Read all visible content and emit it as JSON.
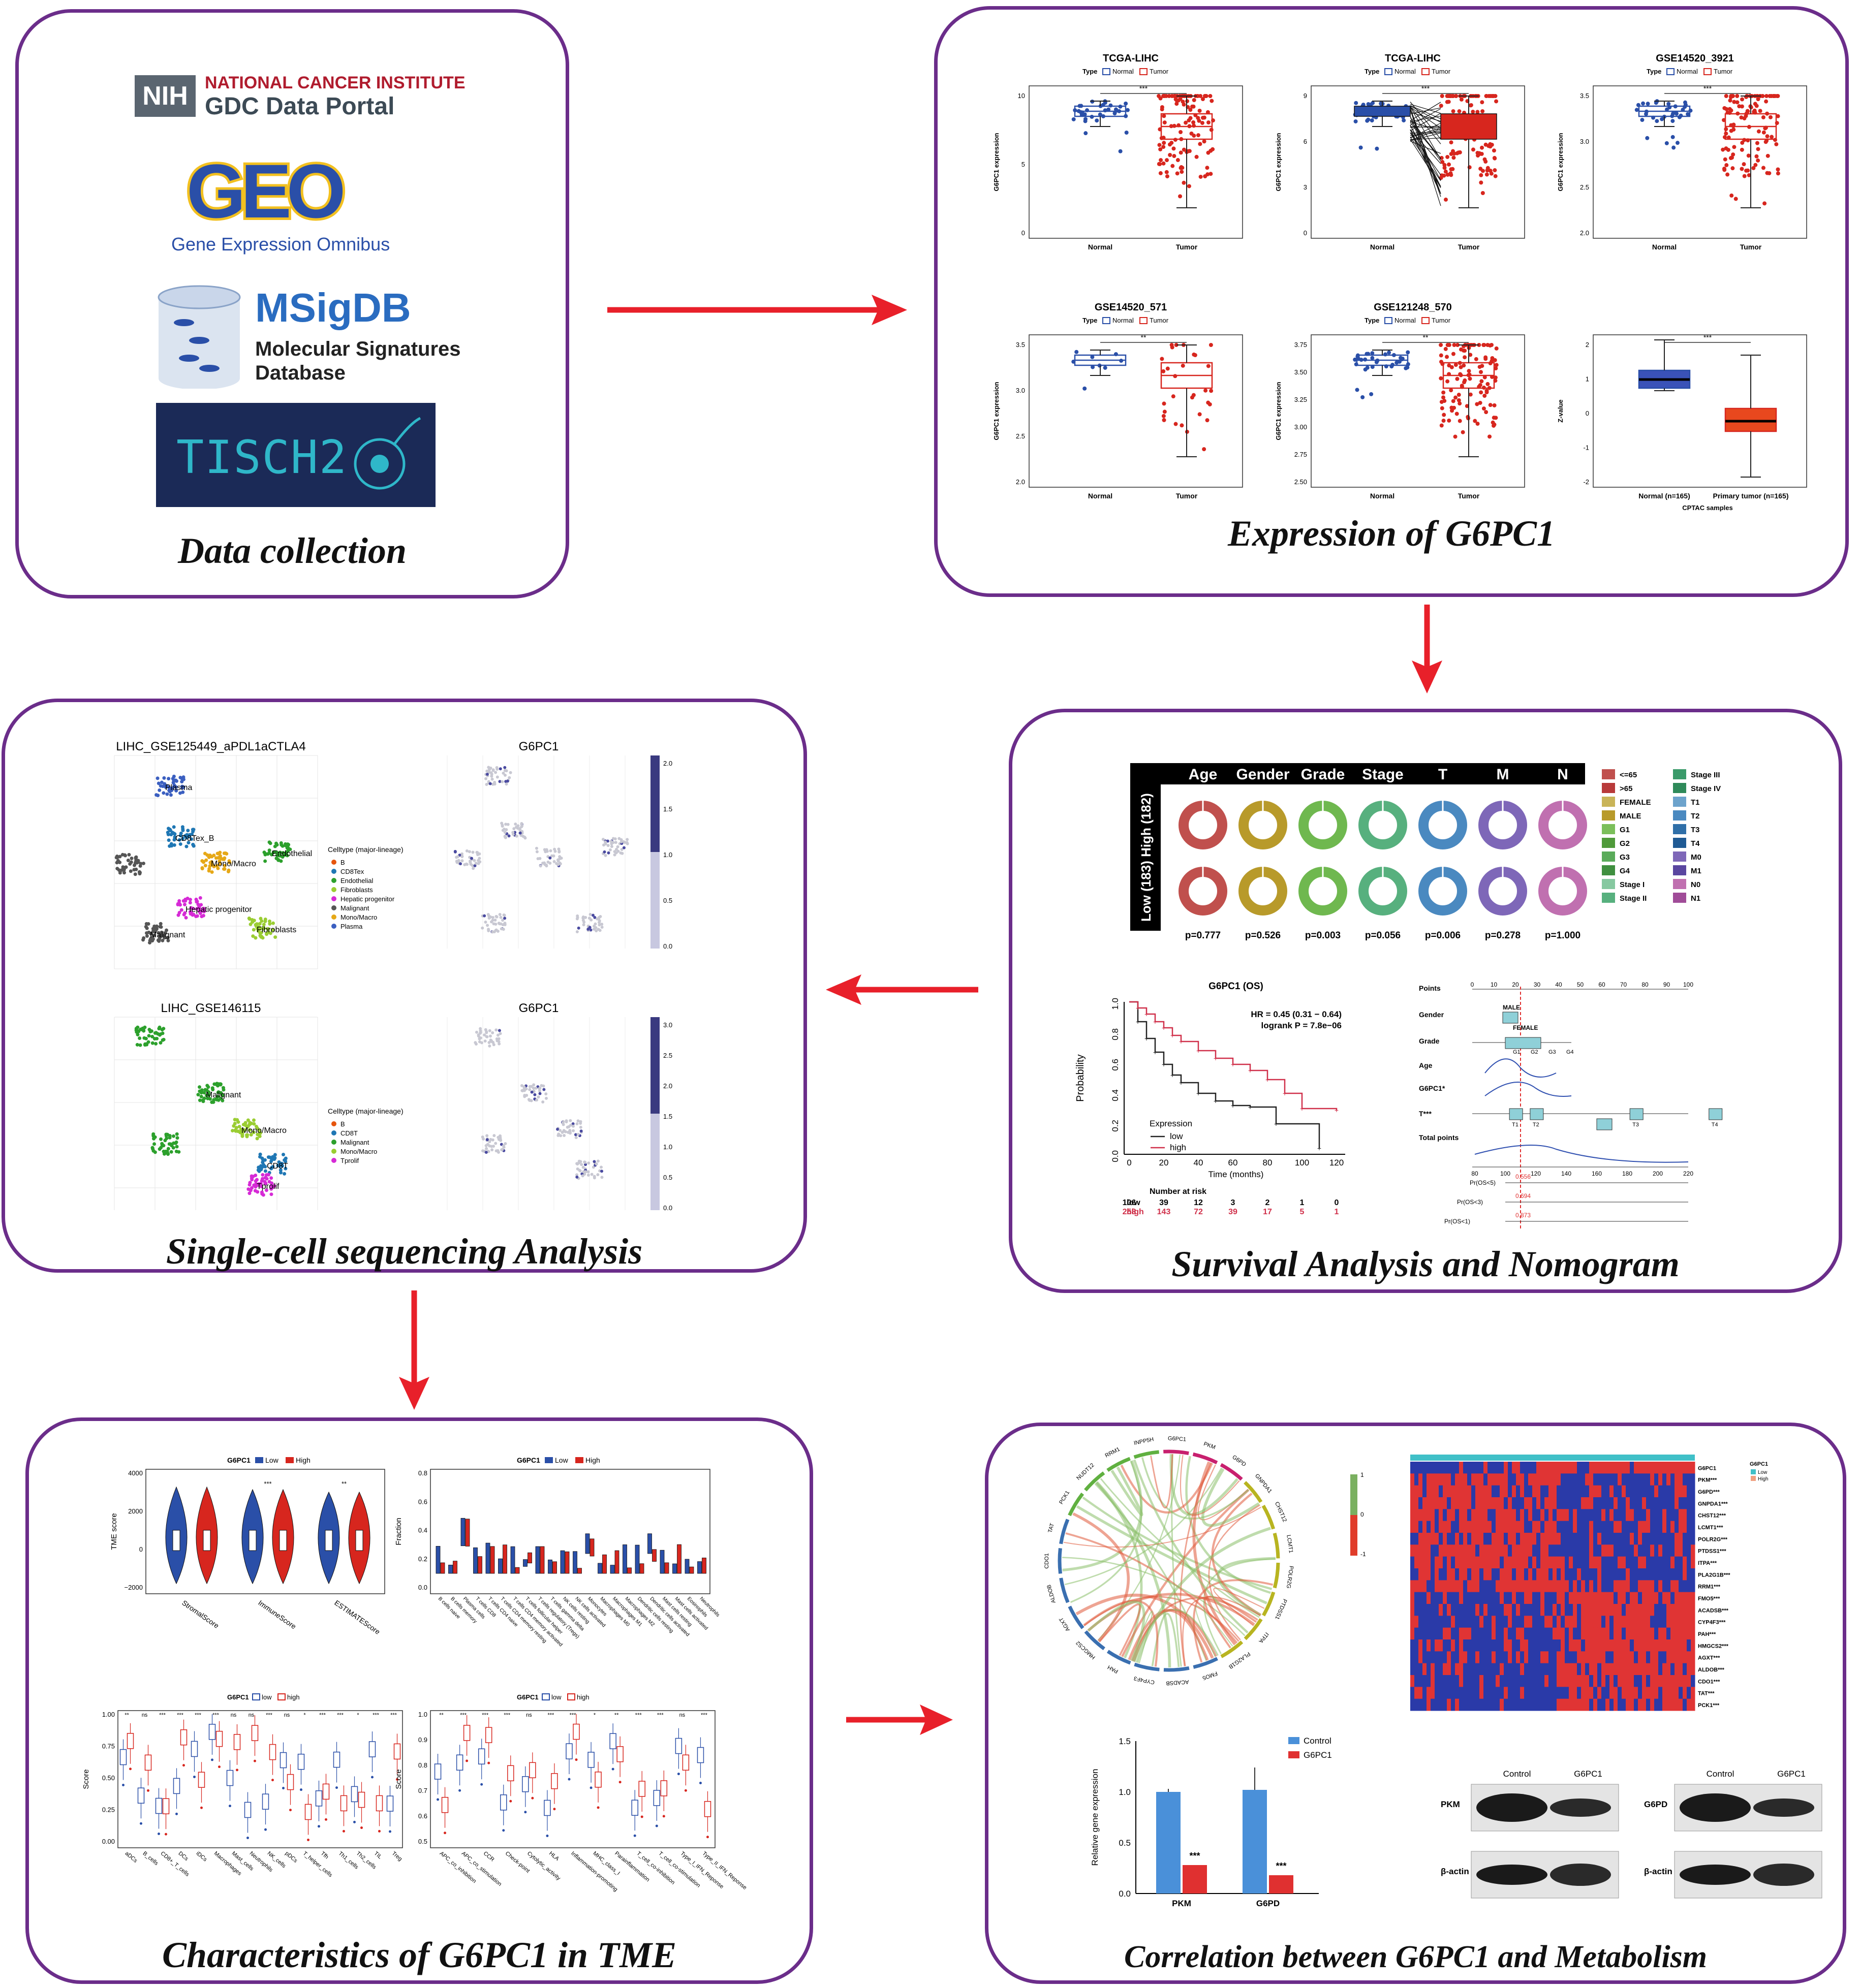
{
  "colors": {
    "border": "#6b2d8a",
    "arrow": "#e8202a",
    "blue": "#2a4fa8",
    "red": "#d7261e"
  },
  "panels": {
    "data_collection": {
      "caption": "Data collection",
      "logos": {
        "nih_badge": "NIH",
        "nci_line1": "NATIONAL CANCER INSTITUTE",
        "nci_line2": "GDC Data Portal",
        "geo_word": "GEO",
        "geo_sub": "Gene Expression Omnibus",
        "msigdb_title": "MSigDB",
        "msigdb_sub1": "Molecular Signatures",
        "msigdb_sub2": "Database",
        "tisch_word": "TISCH2"
      }
    },
    "expression": {
      "caption": "Expression of G6PC1",
      "plots": [
        {
          "title": "TCGA-LIHC",
          "sig": "***",
          "ylabel": "G6PC1 expression",
          "x1": "Normal",
          "x2": "Tumor",
          "legend": "Type",
          "l1": "Normal",
          "l2": "Tumor",
          "yticks": [
            "10",
            "5",
            "0"
          ]
        },
        {
          "title": "TCGA-LIHC",
          "sig": "***",
          "ylabel": "G6PC1 expression",
          "x1": "Normal",
          "x2": "Tumor",
          "legend": "Type",
          "l1": "Normal",
          "l2": "Tumor",
          "yticks": [
            "9",
            "6",
            "3",
            "0"
          ]
        },
        {
          "title": "GSE14520_3921",
          "sig": "***",
          "ylabel": "G6PC1 expression",
          "x1": "Normal",
          "x2": "Tumor",
          "legend": "Type",
          "l1": "Normal",
          "l2": "Tumor",
          "yticks": [
            "3.5",
            "3.0",
            "2.5",
            "2.0"
          ]
        },
        {
          "title": "GSE14520_571",
          "sig": "**",
          "ylabel": "G6PC1 expression",
          "x1": "Normal",
          "x2": "Tumor",
          "legend": "Type",
          "l1": "Normal",
          "l2": "Tumor",
          "yticks": [
            "3.5",
            "3.0",
            "2.5",
            "2.0"
          ]
        },
        {
          "title": "GSE121248_570",
          "sig": "**",
          "ylabel": "G6PC1 expression",
          "x1": "Normal",
          "x2": "Tumor",
          "legend": "Type",
          "l1": "Normal",
          "l2": "Tumor",
          "yticks": [
            "3.75",
            "3.50",
            "3.25",
            "3.00",
            "2.75",
            "2.50"
          ]
        },
        {
          "title": "",
          "sig": "***",
          "ylabel": "Z-value",
          "x1": "Normal (n=165)",
          "x2": "Primary tumor (n=165)",
          "legend": "",
          "l1": "",
          "l2": "",
          "xlabel": "CPTAC samples",
          "yticks": [
            "2",
            "1",
            "0",
            "-1",
            "-2"
          ]
        }
      ]
    },
    "survival": {
      "caption": "Survival Analysis and Nomogram",
      "donut_headers": [
        "Age",
        "Gender",
        "Grade",
        "Stage",
        "T",
        "M",
        "N"
      ],
      "row_labels": [
        "High (182)",
        "Low (183)"
      ],
      "pvalues": [
        "p=0.777",
        "p=0.526",
        "p=0.003",
        "p=0.056",
        "p=0.006",
        "p=0.278",
        "p=1.000"
      ],
      "legend_col1": [
        "<=65",
        ">65",
        "FEMALE",
        "MALE",
        "G1",
        "G2",
        "G3",
        "G4",
        "Stage I",
        "Stage II"
      ],
      "legend_col2": [
        "Stage III",
        "Stage IV",
        "T1",
        "T2",
        "T3",
        "T4",
        "M0",
        "M1",
        "N0",
        "N1"
      ],
      "legend_colors1": [
        "#c0504d",
        "#b83a3a",
        "#c9b458",
        "#b89a2a",
        "#7bbf5a",
        "#4f9a3a",
        "#5aab5a",
        "#3f8f3f",
        "#86c8a0",
        "#57b07e"
      ],
      "legend_colors2": [
        "#3a9a6a",
        "#2f8a5a",
        "#6da3cc",
        "#4a89c0",
        "#2f6fa8",
        "#1f5a94",
        "#7e67b8",
        "#5a46a0",
        "#c070b0",
        "#a04c98"
      ],
      "donut_colors": [
        "#c0504d",
        "#b89a2a",
        "#6fb84f",
        "#57b07e",
        "#4a89c0",
        "#7e67b8",
        "#c070b0"
      ],
      "km": {
        "title": "G6PC1 (OS)",
        "hr": "HR = 0.45 (0.31 − 0.64)",
        "logrank": "logrank P = 7.8e−06",
        "ylabel": "Probability",
        "xlabel": "Time (months)",
        "yticks": [
          "1.0",
          "0.8",
          "0.6",
          "0.4",
          "0.2",
          "0.0"
        ],
        "xticks": [
          "0",
          "20",
          "40",
          "60",
          "80",
          "100",
          "120"
        ],
        "legend_title": "Expression",
        "legend_low": "low",
        "legend_high": "high",
        "risk_title": "Number at risk",
        "risk_low_label": "low",
        "risk_high_label": "high",
        "risk_low": [
          "106",
          "39",
          "12",
          "3",
          "2",
          "1",
          "0"
        ],
        "risk_high": [
          "258",
          "143",
          "72",
          "39",
          "17",
          "5",
          "1"
        ]
      },
      "nomogram": {
        "rows": [
          "Points",
          "Gender",
          "Grade",
          "Age",
          "G6PC1*",
          "T***",
          "Total points"
        ],
        "points_ticks": [
          "0",
          "10",
          "20",
          "30",
          "40",
          "50",
          "60",
          "70",
          "80",
          "90",
          "100"
        ],
        "total_ticks": [
          "80",
          "100",
          "120",
          "140",
          "160",
          "180",
          "200",
          "220"
        ],
        "cat_labels": [
          "MALE",
          "FEMALE",
          "G1",
          "G2",
          "G3",
          "G4",
          "T1",
          "T2",
          "T3",
          "T4"
        ],
        "prob_rows": [
          "Pr(OS<5)",
          "Pr(OS<3)",
          "Pr(OS<1)"
        ],
        "prob_values": [
          "0.556",
          "0.694",
          "0.873"
        ]
      }
    },
    "single_cell": {
      "caption": "Single-cell sequencing Analysis",
      "umap1_title": "LIHC_GSE125449_aPDL1aCTLA4",
      "umap1_feature": "G6PC1",
      "umap1_legend_title": "Celltype (major-lineage)",
      "umap1_legend": [
        "B",
        "CD8Tex",
        "Endothelial",
        "Fibroblasts",
        "Hepatic progenitor",
        "Malignant",
        "Mono/Macro",
        "Plasma"
      ],
      "umap1_legend_colors": [
        "#e6550d",
        "#1f77b4",
        "#2ca02c",
        "#9acd32",
        "#d62ad6",
        "#555555",
        "#e6a817",
        "#3b5fc0"
      ],
      "umap1_clusters": [
        "Plasma",
        "CD8Tex_B",
        "Endothelial",
        "Mono/Macro",
        "Malignant",
        "Hepatic progenitor",
        "Fibroblasts"
      ],
      "umap1_scale": [
        "2.0",
        "1.5",
        "1.0",
        "0.5",
        "0.0"
      ],
      "umap2_title": "LIHC_GSE146115",
      "umap2_feature": "G6PC1",
      "umap2_legend_title": "Celltype (major-lineage)",
      "umap2_legend": [
        "B",
        "CD8T",
        "Malignant",
        "Mono/Macro",
        "Tprolif"
      ],
      "umap2_legend_colors": [
        "#e6550d",
        "#1f77b4",
        "#2ca02c",
        "#9acd32",
        "#d62ad6"
      ],
      "umap2_clusters": [
        "Malignant",
        "Mono/Macro",
        "CD8T",
        "Tprolif"
      ],
      "umap2_scale": [
        "3.0",
        "2.5",
        "2.0",
        "1.5",
        "1.0",
        "0.5",
        "0.0"
      ]
    },
    "tme": {
      "caption": "Characteristics of G6PC1 in TME",
      "legend_title": "G6PC1",
      "legend_low": "Low",
      "legend_high": "High",
      "violin": {
        "ylabel": "TME score",
        "yticks": [
          "4000",
          "2000",
          "0",
          "−2000"
        ],
        "categories": [
          "StromalScore",
          "ImmuneScore",
          "ESTIMATEScore"
        ],
        "sig": [
          "",
          "***",
          "**"
        ]
      },
      "fraction": {
        "ylabel": "Fraction",
        "yticks": [
          "0.8",
          "0.6",
          "0.4",
          "0.2",
          "0.0"
        ],
        "categories": [
          "B cells naive",
          "B cells memory",
          "Plasma cells",
          "T cells CD8",
          "T cells CD4 naive",
          "T cells CD4 memory resting",
          "T cells CD4 memory activated",
          "T cells follicular helper",
          "T cells regulatory (Tregs)",
          "T cells gamma delta",
          "NK cells resting",
          "NK cells activated",
          "Monocytes",
          "Macrophages M0",
          "Macrophages M1",
          "Macrophages M2",
          "Dendritic cells resting",
          "Dendritic cells activated",
          "Mast cells resting",
          "Mast cells activated",
          "Eosinophils",
          "Neutrophils"
        ]
      },
      "cells_box": {
        "ylabel": "Score",
        "legend_low": "low",
        "legend_high": "high",
        "yticks": [
          "1.00",
          "0.75",
          "0.50",
          "0.25",
          "0.00"
        ],
        "categories": [
          "aDCs",
          "B_cells",
          "CD8+_T_cells",
          "DCs",
          "iDCs",
          "Macrophages",
          "Mast_cells",
          "Neutrophils",
          "NK_cells",
          "pDCs",
          "T_helper_cells",
          "Tfh",
          "Th1_cells",
          "Th2_cells",
          "TIL",
          "Treg"
        ],
        "sig": [
          "**",
          "ns",
          "***",
          "***",
          "***",
          "***",
          "ns",
          "ns",
          "***",
          "ns",
          "*",
          "***",
          "***",
          "*",
          "***",
          "***"
        ]
      },
      "func_box": {
        "ylabel": "Score",
        "legend_low": "low",
        "legend_high": "high",
        "yticks": [
          "1.0",
          "0.9",
          "0.8",
          "0.7",
          "0.6",
          "0.5"
        ],
        "categories": [
          "APC_co_inhibition",
          "APC_co_stimulation",
          "CCR",
          "Check-point",
          "Cytolytic_activity",
          "HLA",
          "Inflammation-promoting",
          "MHC_class_I",
          "Parainflammation",
          "T_cell_co-inhibition",
          "T_cell_co-stimulation",
          "Type_I_IFN_Reponse",
          "Type_II_IFN_Reponse"
        ],
        "sig": [
          "**",
          "***",
          "***",
          "***",
          "ns",
          "***",
          "***",
          "*",
          "**",
          "***",
          "***",
          "ns",
          "***"
        ]
      }
    },
    "metabolism": {
      "caption": "Correlation between G6PC1 and Metabolism",
      "chord_genes": [
        "G6PC1",
        "PKM",
        "G6PD",
        "GNPDA1",
        "CHST12",
        "LCMT1",
        "POLR2G",
        "PTDSS1",
        "ITPA",
        "PLA2G1B",
        "FMO5",
        "ACADSB",
        "CYP4F3",
        "PAH",
        "HMGCS2",
        "AGXT",
        "ALDOB",
        "CDO1",
        "TAT",
        "PCK1",
        "NUDT12",
        "RRM1",
        "INPP5H"
      ],
      "chord_scale": [
        "1",
        "0",
        "-1"
      ],
      "heatmap_genes": [
        "G6PC1",
        "PKM***",
        "G6PD***",
        "GNPDA1***",
        "CHST12***",
        "LCMT1***",
        "POLR2G***",
        "PTDSS1***",
        "ITPA***",
        "PLA2G1B***",
        "RRM1***",
        "FMO5***",
        "ACADSB***",
        "CYP4F3***",
        "PAH***",
        "HMGCS2***",
        "AGXT***",
        "ALDOB***",
        "CDO1***",
        "TAT***",
        "PCK1***"
      ],
      "heatmap_legend_title": "G6PC1",
      "heatmap_legend": [
        "Low",
        "High"
      ],
      "bar": {
        "ylabel": "Relative gene expression",
        "yticks": [
          "1.5",
          "1.0",
          "0.5",
          "0.0"
        ],
        "legend": [
          "Control",
          "G6PC1"
        ],
        "categories": [
          "PKM",
          "G6PD"
        ],
        "sig": "***"
      },
      "wb1": {
        "headers": [
          "Control",
          "G6PC1"
        ],
        "rows": [
          "PKM",
          "β-actin"
        ]
      },
      "wb2": {
        "headers": [
          "Control",
          "G6PC1"
        ],
        "rows": [
          "G6PD",
          "β-actin"
        ]
      }
    }
  },
  "chart_data": [
    {
      "type": "bar",
      "categories": [
        "PKM",
        "G6PD"
      ],
      "series": [
        {
          "name": "Control",
          "values": [
            1.0,
            1.02
          ]
        },
        {
          "name": "G6PC1",
          "values": [
            0.28,
            0.18
          ]
        }
      ],
      "ylabel": "Relative gene expression",
      "ylim": [
        0,
        1.5
      ]
    },
    {
      "type": "line",
      "title": "G6PC1 (OS)",
      "xlabel": "Time (months)",
      "ylabel": "Probability",
      "ylim": [
        0,
        1
      ],
      "xlim": [
        0,
        125
      ],
      "series": [
        {
          "name": "low",
          "x": [
            0,
            5,
            10,
            15,
            20,
            25,
            30,
            40,
            50,
            60,
            70,
            85,
            110
          ],
          "y": [
            1.0,
            0.87,
            0.76,
            0.67,
            0.59,
            0.52,
            0.47,
            0.4,
            0.35,
            0.32,
            0.31,
            0.2,
            0.04
          ]
        },
        {
          "name": "high",
          "x": [
            0,
            5,
            10,
            15,
            20,
            25,
            30,
            40,
            50,
            60,
            70,
            80,
            90,
            100,
            120
          ],
          "y": [
            1.0,
            0.96,
            0.92,
            0.87,
            0.83,
            0.78,
            0.74,
            0.68,
            0.63,
            0.59,
            0.55,
            0.49,
            0.4,
            0.3,
            0.29
          ]
        }
      ]
    }
  ]
}
